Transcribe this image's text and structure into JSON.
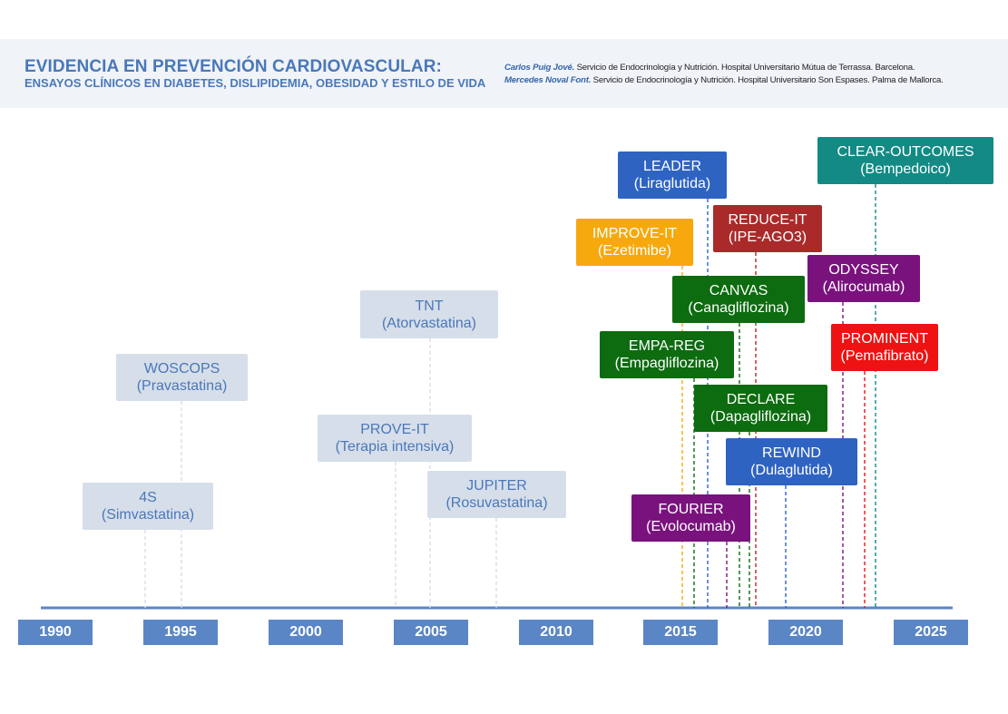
{
  "header": {
    "title": "EVIDENCIA EN PREVENCIÓN CARDIOVASCULAR:",
    "subtitle": "ENSAYOS CLÍNICOS EN DIABETES, DISLIPIDEMIA, OBESIDAD Y ESTILO DE VIDA",
    "authors": [
      {
        "name": "Carlos Puig Jové.",
        "affiliation": "Servicio de Endocrinología y Nutrición. Hospital Universitario Mútua de Terrassa. Barcelona."
      },
      {
        "name": "Mercedes Noval Font.",
        "affiliation": "Servicio de Endocrinología y Nutrición. Hospital Universitario Son Espases. Palma de Mallorca."
      }
    ]
  },
  "colors": {
    "axis": "#5b86c5",
    "year_box": "#5b86c5",
    "pale_box": "#d6deea",
    "pale_text": "#4a78b8",
    "blue": "#2e63c2",
    "orange": "#f7a80d",
    "green": "#0d6b10",
    "red": "#aa2a2a",
    "bright_red": "#ee1212",
    "purple": "#7a127e",
    "teal": "#138a84"
  },
  "timeline": {
    "years": [
      "1990",
      "1995",
      "2000",
      "2005",
      "2010",
      "2015",
      "2020",
      "2025"
    ]
  },
  "trials": [
    {
      "name": "4S",
      "drug": "(Simvastatina)",
      "style": "pale"
    },
    {
      "name": "WOSCOPS",
      "drug": "(Pravastatina)",
      "style": "pale"
    },
    {
      "name": "TNT",
      "drug": "(Atorvastatina)",
      "style": "pale"
    },
    {
      "name": "PROVE-IT",
      "drug": "(Terapia intensiva)",
      "style": "pale"
    },
    {
      "name": "JUPITER",
      "drug": "(Rosuvastatina)",
      "style": "pale"
    },
    {
      "name": "LEADER",
      "drug": "(Liraglutida)",
      "style": "blue"
    },
    {
      "name": "IMPROVE-IT",
      "drug": "(Ezetimibe)",
      "style": "orange"
    },
    {
      "name": "EMPA-REG",
      "drug": "(Empagliflozina)",
      "style": "green"
    },
    {
      "name": "CANVAS",
      "drug": "(Canagliflozina)",
      "style": "green"
    },
    {
      "name": "DECLARE",
      "drug": "(Dapagliflozina)",
      "style": "green"
    },
    {
      "name": "FOURIER",
      "drug": "(Evolocumab)",
      "style": "purple"
    },
    {
      "name": "REDUCE-IT",
      "drug": "(IPE-AGO3)",
      "style": "red"
    },
    {
      "name": "REWIND",
      "drug": "(Dulaglutida)",
      "style": "blue"
    },
    {
      "name": "ODYSSEY",
      "drug": "(Alirocumab)",
      "style": "purple"
    },
    {
      "name": "PROMINENT",
      "drug": "(Pemafibrato)",
      "style": "bright_red"
    },
    {
      "name": "CLEAR-OUTCOMES",
      "drug": "(Bempedoico)",
      "style": "teal"
    }
  ]
}
